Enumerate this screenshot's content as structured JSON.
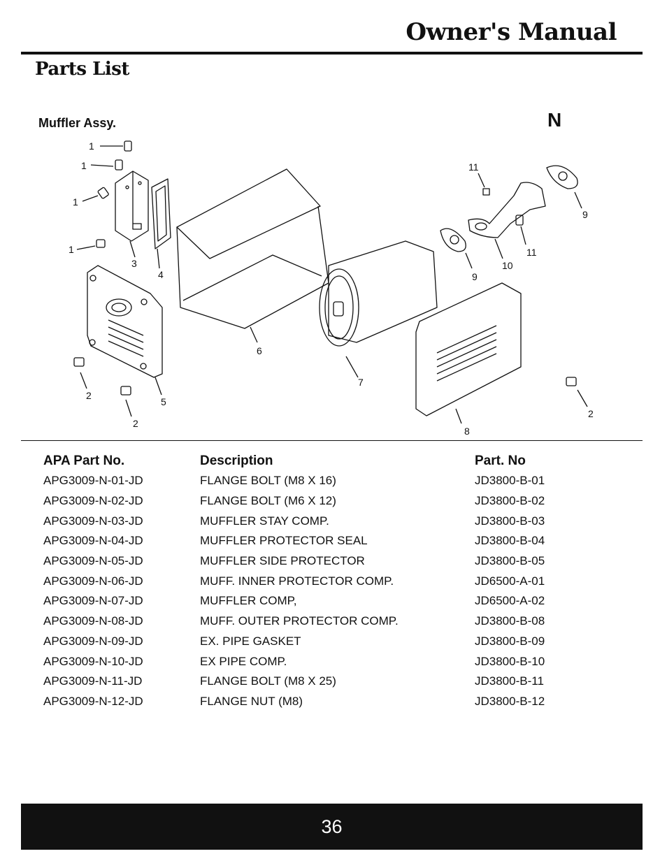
{
  "header": {
    "manual_title": "Owner's Manual",
    "section_title": "Parts List"
  },
  "assembly": {
    "title": "Muffler Assy.",
    "section_letter": "N"
  },
  "diagram": {
    "callouts": [
      "1",
      "1",
      "1",
      "1",
      "3",
      "4",
      "5",
      "6",
      "7",
      "8",
      "9",
      "9",
      "10",
      "11",
      "11",
      "2",
      "2",
      "2"
    ]
  },
  "table": {
    "headers": [
      "APA Part No.",
      "Description",
      "Part. No"
    ],
    "rows": [
      [
        "APG3009-N-01-JD",
        "FLANGE BOLT (M8 X 16)",
        "JD3800-B-01"
      ],
      [
        "APG3009-N-02-JD",
        "FLANGE BOLT (M6 X 12)",
        "JD3800-B-02"
      ],
      [
        "APG3009-N-03-JD",
        "MUFFLER STAY COMP.",
        "JD3800-B-03"
      ],
      [
        "APG3009-N-04-JD",
        "MUFFLER PROTECTOR SEAL",
        "JD3800-B-04"
      ],
      [
        "APG3009-N-05-JD",
        "MUFFLER SIDE PROTECTOR",
        "JD3800-B-05"
      ],
      [
        "APG3009-N-06-JD",
        "MUFF. INNER PROTECTOR COMP.",
        "JD6500-A-01"
      ],
      [
        "APG3009-N-07-JD",
        "MUFFLER COMP,",
        "JD6500-A-02"
      ],
      [
        "APG3009-N-08-JD",
        "MUFF. OUTER PROTECTOR COMP.",
        "JD3800-B-08"
      ],
      [
        "APG3009-N-09-JD",
        "EX. PIPE GASKET",
        "JD3800-B-09"
      ],
      [
        "APG3009-N-10-JD",
        "EX PIPE COMP.",
        "JD3800-B-10"
      ],
      [
        "APG3009-N-11-JD",
        "FLANGE BOLT (M8 X 25)",
        "JD3800-B-11"
      ],
      [
        "APG3009-N-12-JD",
        "FLANGE NUT (M8)",
        "JD3800-B-12"
      ]
    ]
  },
  "footer": {
    "page_number": "36"
  }
}
